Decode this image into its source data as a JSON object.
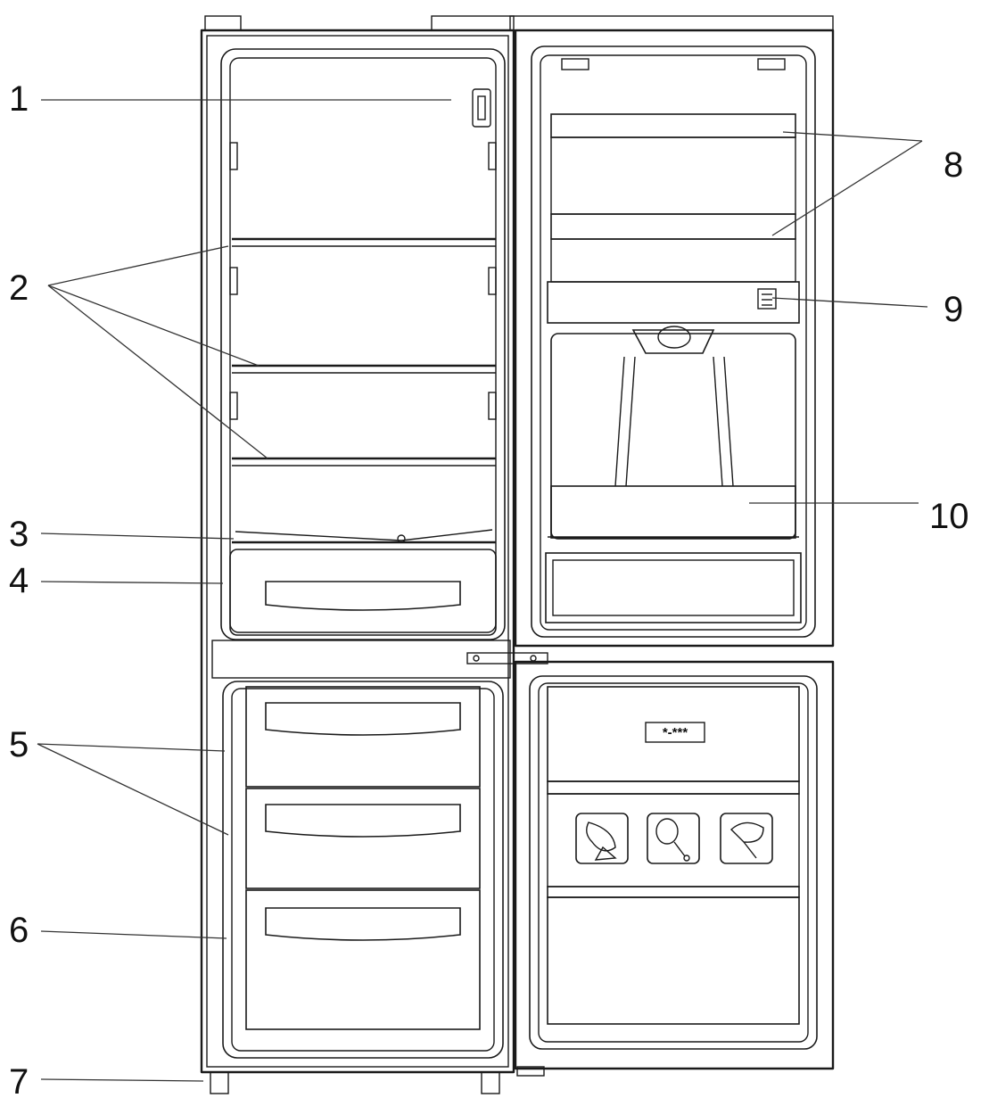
{
  "callouts": {
    "c1": "1",
    "c2": "2",
    "c3": "3",
    "c4": "4",
    "c5": "5",
    "c6": "6",
    "c7": "7",
    "c8": "8",
    "c9": "9",
    "c10": "10"
  },
  "freezer_star_label": "*-***",
  "colors": {
    "line": "#1a1a1a",
    "background": "#ffffff"
  }
}
